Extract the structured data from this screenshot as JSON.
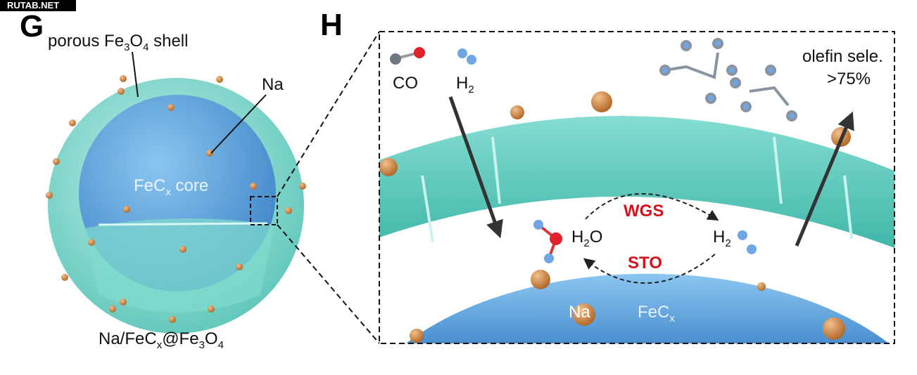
{
  "watermark": "RUTAB.NET",
  "panel_g": {
    "letter": "G",
    "shell_label": {
      "a": "porous Fe",
      "s1": "3",
      "b": "O",
      "s2": "4",
      "c": " shell"
    },
    "na_label": "Na",
    "core_label": {
      "a": "FeC",
      "s": "x",
      "b": " core"
    },
    "caption": {
      "a": "Na/FeC",
      "s1": "x",
      "b": "@Fe",
      "s2": "3",
      "c": "O",
      "s3": "4"
    }
  },
  "panel_h": {
    "letter": "H",
    "co": "CO",
    "h2_top": {
      "a": "H",
      "s": "2"
    },
    "olefin": {
      "line1": "olefin sele.",
      "line2": ">75%"
    },
    "wgs": "WGS",
    "sto": "STO",
    "h2o": {
      "a": "H",
      "s": "2",
      "b": "O"
    },
    "h2_mid": {
      "a": "H",
      "s": "2"
    },
    "na": "Na",
    "fecx": {
      "a": "FeC",
      "s": "x"
    }
  },
  "colors": {
    "shell": "#6fd0c4",
    "core": "#5aa3dc",
    "na": "#c98646",
    "red": "#d5121b"
  }
}
